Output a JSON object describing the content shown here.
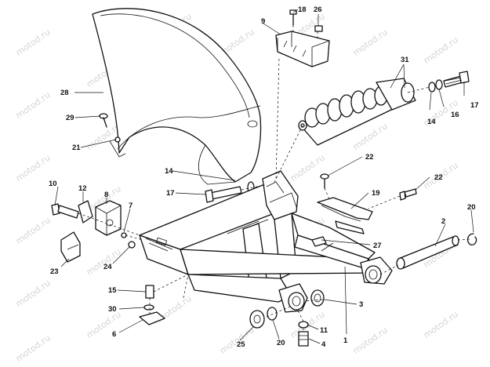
{
  "watermark": "motod.ru",
  "callouts": {
    "c1": "1",
    "c2": "2",
    "c3": "3",
    "c4": "4",
    "c6": "6",
    "c7": "7",
    "c8": "8",
    "c9": "9",
    "c10": "10",
    "c11": "11",
    "c12": "12",
    "c14a": "14",
    "c14b": "14",
    "c15": "15",
    "c16": "16",
    "c17a": "17",
    "c17b": "17",
    "c18": "18",
    "c19": "19",
    "c20a": "20",
    "c20b": "20",
    "c21": "21",
    "c22a": "22",
    "c22b": "22",
    "c23": "23",
    "c24": "24",
    "c25": "25",
    "c26": "26",
    "c27": "27",
    "c28": "28",
    "c29": "29",
    "c30": "30",
    "c31": "31"
  }
}
